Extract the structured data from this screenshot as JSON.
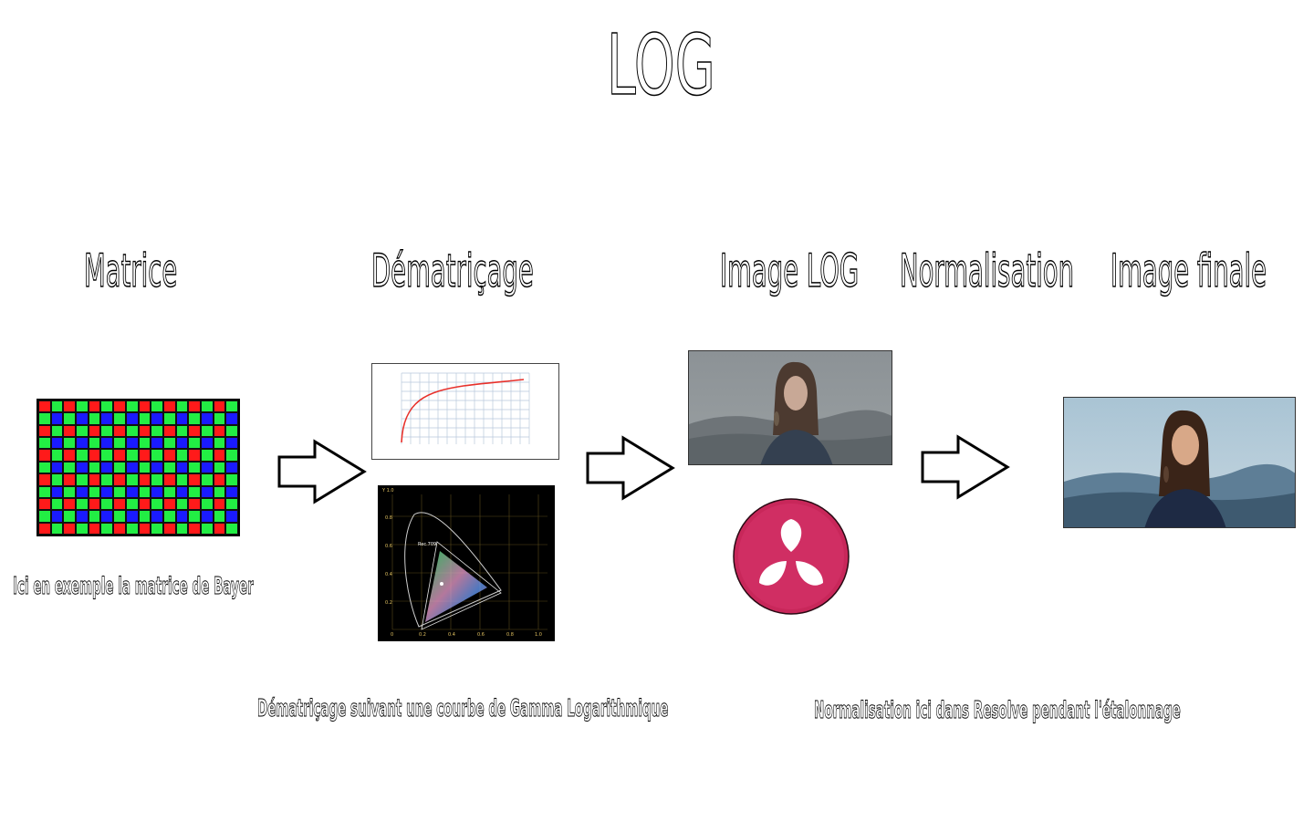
{
  "title": "LOG",
  "steps": {
    "matrice": "Matrice",
    "dematricage": "Dématriçage",
    "image_log": "Image LOG",
    "normalisation": "Normalisation",
    "image_finale": "Image finale"
  },
  "captions": {
    "bayer": "Ici en exemple la matrice de Bayer",
    "gamma": "Dématriçage suivant une courbe de Gamma Logarithmique",
    "resolve": "Normalisation ici dans Resolve pendant l'étalonnage"
  },
  "colors": {
    "bayer_red": "#ff1a1a",
    "bayer_green": "#22ee44",
    "bayer_blue": "#1a1aff",
    "curve": "#e8302a",
    "resolve_logo": "#c8275a"
  },
  "chromaticity_chart": {
    "y_ticks": [
      "0.2",
      "0.4",
      "0.6",
      "0.8"
    ],
    "x_ticks": [
      "0",
      "0.2",
      "0.4",
      "0.6",
      "0.8",
      "1.0"
    ],
    "label": "Rec.709",
    "corner": "Y 1.0"
  }
}
